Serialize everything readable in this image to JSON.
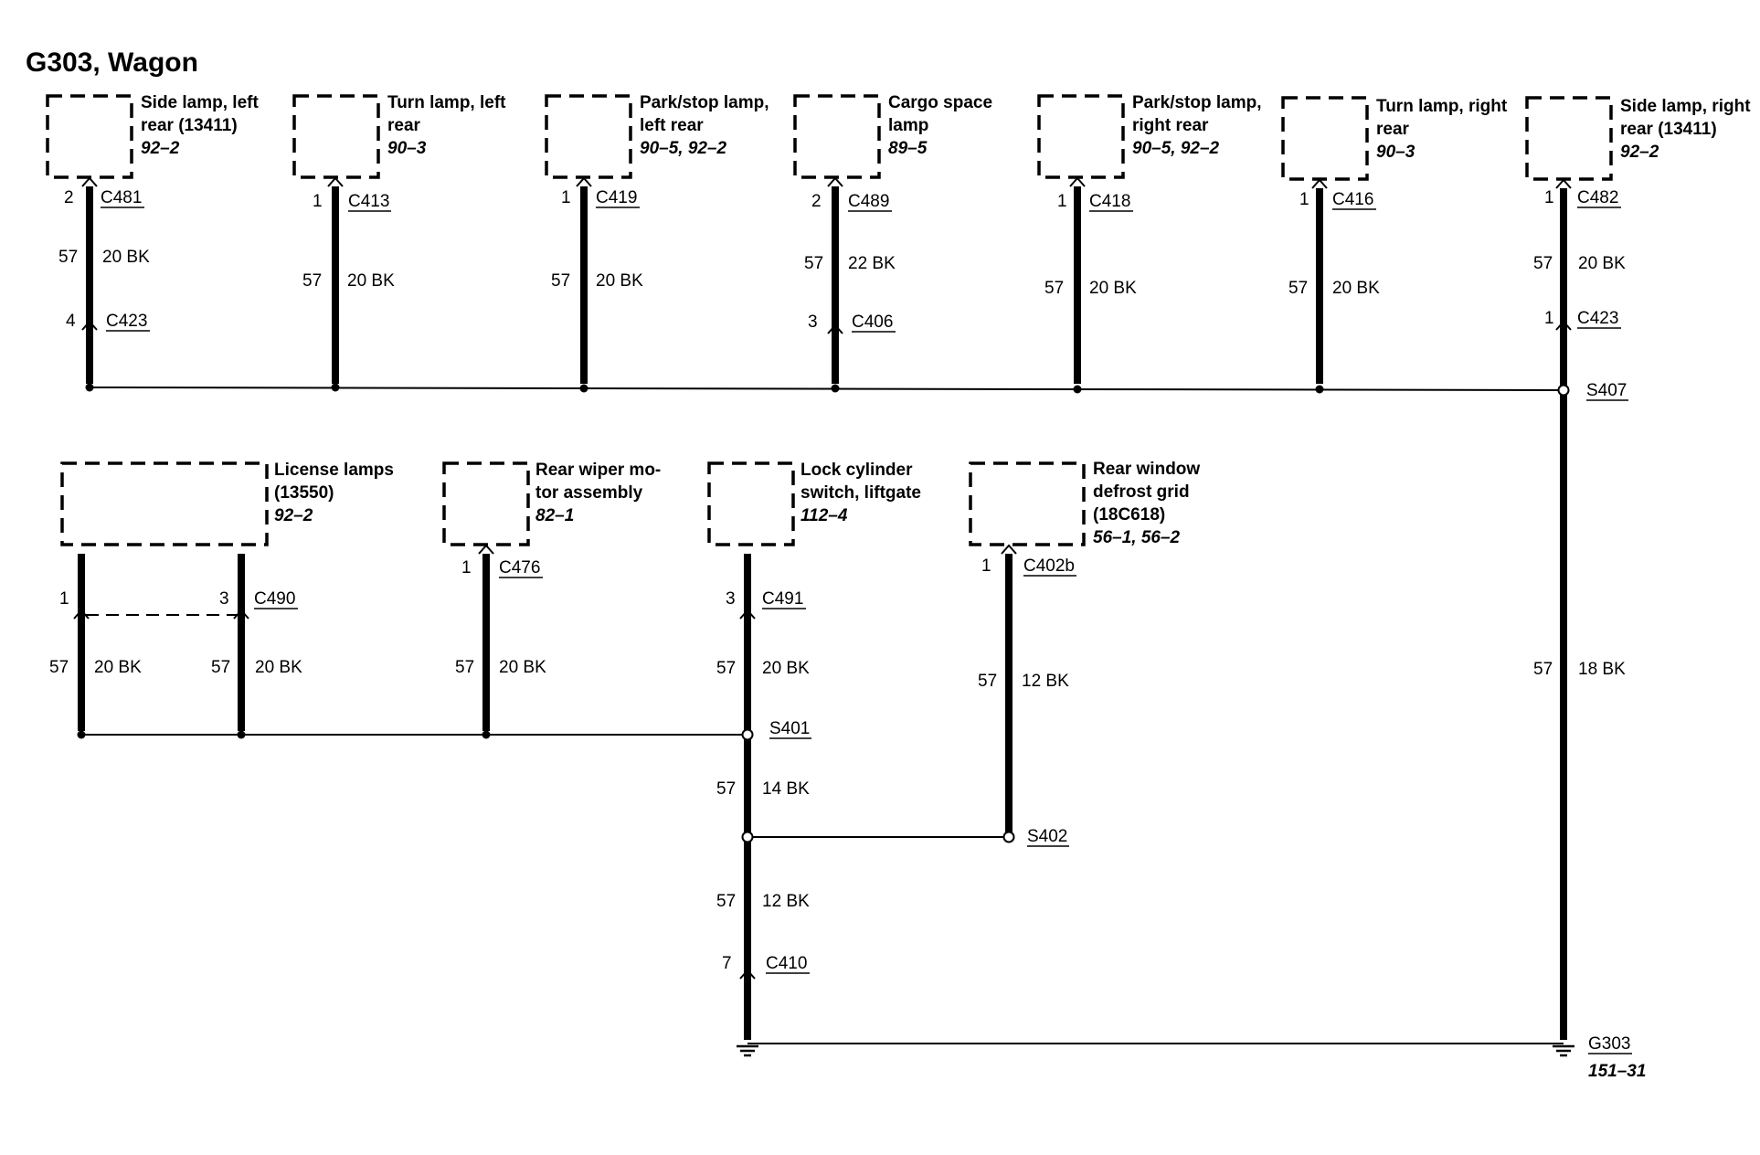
{
  "title": "G303, Wagon",
  "components": [
    {
      "id": "side-lamp-left-rear",
      "lines": [
        "Side lamp, left",
        "rear (13411)"
      ],
      "ref": "92–2"
    },
    {
      "id": "turn-lamp-left-rear",
      "lines": [
        "Turn lamp, left",
        "rear"
      ],
      "ref": "90–3"
    },
    {
      "id": "park-stop-lamp-left-rear",
      "lines": [
        "Park/stop lamp,",
        "left rear"
      ],
      "ref": "90–5, 92–2"
    },
    {
      "id": "cargo-space-lamp",
      "lines": [
        "Cargo space",
        "lamp"
      ],
      "ref": "89–5"
    },
    {
      "id": "park-stop-lamp-right-rear",
      "lines": [
        "Park/stop lamp,",
        "right rear"
      ],
      "ref": "90–5, 92–2"
    },
    {
      "id": "turn-lamp-right-rear",
      "lines": [
        "Turn lamp, right",
        "rear"
      ],
      "ref": "90–3"
    },
    {
      "id": "side-lamp-right-rear",
      "lines": [
        "Side lamp, right",
        "rear (13411)"
      ],
      "ref": "92–2"
    },
    {
      "id": "license-lamps",
      "lines": [
        "License lamps",
        "(13550)"
      ],
      "ref": "92–2"
    },
    {
      "id": "rear-wiper-motor",
      "lines": [
        "Rear wiper mo-",
        "tor assembly"
      ],
      "ref": "82–1"
    },
    {
      "id": "lock-cylinder-switch",
      "lines": [
        "Lock cylinder",
        "switch, liftgate"
      ],
      "ref": "112–4"
    },
    {
      "id": "rear-window-defrost-grid",
      "lines": [
        "Rear window",
        "defrost grid",
        "(18C618)"
      ],
      "ref": "56–1, 56–2"
    }
  ],
  "connectors": [
    {
      "name": "C481",
      "pin": "2"
    },
    {
      "name": "C423",
      "pin": "4"
    },
    {
      "name": "C413",
      "pin": "1"
    },
    {
      "name": "C419",
      "pin": "1"
    },
    {
      "name": "C489",
      "pin": "2"
    },
    {
      "name": "C406",
      "pin": "3"
    },
    {
      "name": "C418",
      "pin": "1"
    },
    {
      "name": "C416",
      "pin": "1"
    },
    {
      "name": "C482",
      "pin": "1"
    },
    {
      "name": "C423",
      "pin": "1"
    },
    {
      "name": "C490",
      "pin": "1"
    },
    {
      "name": "C490",
      "pin": "3"
    },
    {
      "name": "C476",
      "pin": "1"
    },
    {
      "name": "C491",
      "pin": "3"
    },
    {
      "name": "C402b",
      "pin": "1"
    },
    {
      "name": "C410",
      "pin": "7"
    }
  ],
  "wires": [
    {
      "circuit": "57",
      "gauge": "20 BK"
    },
    {
      "circuit": "57",
      "gauge": "20 BK"
    },
    {
      "circuit": "57",
      "gauge": "20 BK"
    },
    {
      "circuit": "57",
      "gauge": "22 BK"
    },
    {
      "circuit": "57",
      "gauge": "20 BK"
    },
    {
      "circuit": "57",
      "gauge": "20 BK"
    },
    {
      "circuit": "57",
      "gauge": "20 BK"
    },
    {
      "circuit": "57",
      "gauge": "20 BK"
    },
    {
      "circuit": "57",
      "gauge": "20 BK"
    },
    {
      "circuit": "57",
      "gauge": "20 BK"
    },
    {
      "circuit": "57",
      "gauge": "20 BK"
    },
    {
      "circuit": "57",
      "gauge": "12 BK"
    },
    {
      "circuit": "57",
      "gauge": "14 BK"
    },
    {
      "circuit": "57",
      "gauge": "12 BK"
    },
    {
      "circuit": "57",
      "gauge": "18 BK"
    }
  ],
  "splices": [
    "S407",
    "S401",
    "S402"
  ],
  "ground": {
    "name": "G303",
    "ref": "151–31"
  }
}
